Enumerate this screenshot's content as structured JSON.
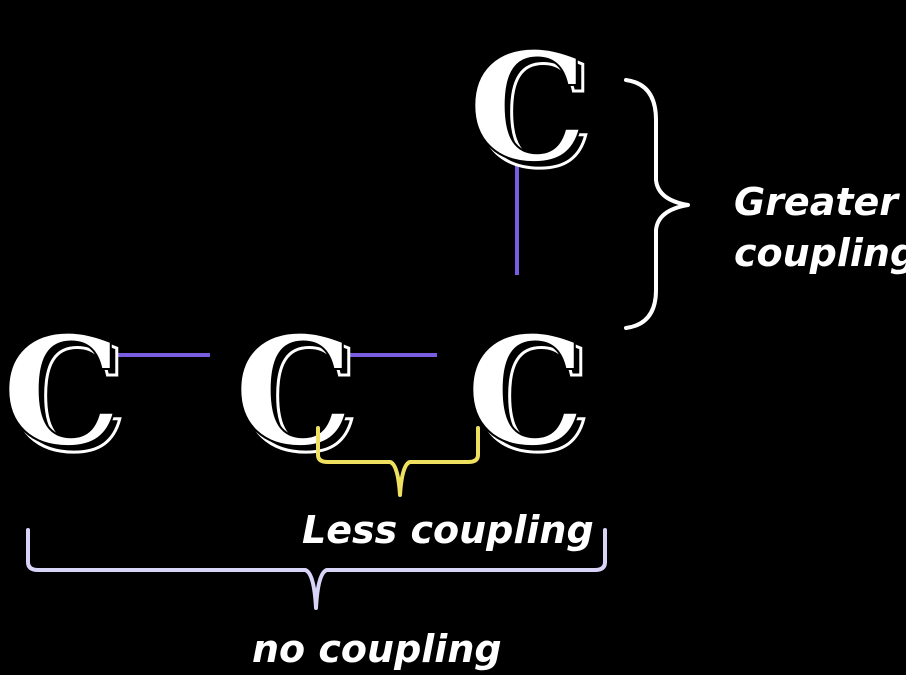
{
  "atoms": {
    "top": "C",
    "left": "C",
    "middle": "C",
    "right": "C"
  },
  "labels": {
    "greater_line1": "Greater",
    "greater_line2": "coupling",
    "less": "Less coupling",
    "none": "no coupling"
  },
  "colors": {
    "background": "#000000",
    "atom": "#ffffff",
    "bond": "#7a5ce0",
    "greater_brace": "#ffffff",
    "less_brace": "#f0e060",
    "none_brace": "#d8d4f8"
  }
}
